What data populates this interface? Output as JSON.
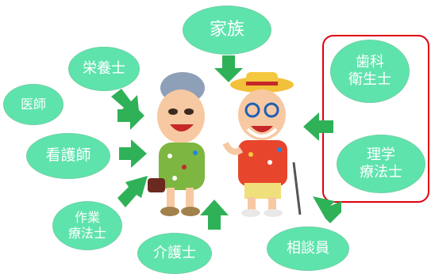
{
  "roles": {
    "family": "家族",
    "nutritionist": "栄養士",
    "doctor": "医師",
    "nurse": "看護師",
    "occupational_therapist": [
      "作業",
      "療法士"
    ],
    "care_worker": "介護士",
    "counselor": "相談員",
    "dental_hygienist": [
      "歯科",
      "衛生士"
    ],
    "physical_therapist": [
      "理学",
      "療法士"
    ]
  },
  "colors": {
    "bubble_fill": "#5fe3ad",
    "arrow": "#2fb158",
    "highlight_border": "#e0000e"
  },
  "illustration": "elderly-couple-holding-hands"
}
